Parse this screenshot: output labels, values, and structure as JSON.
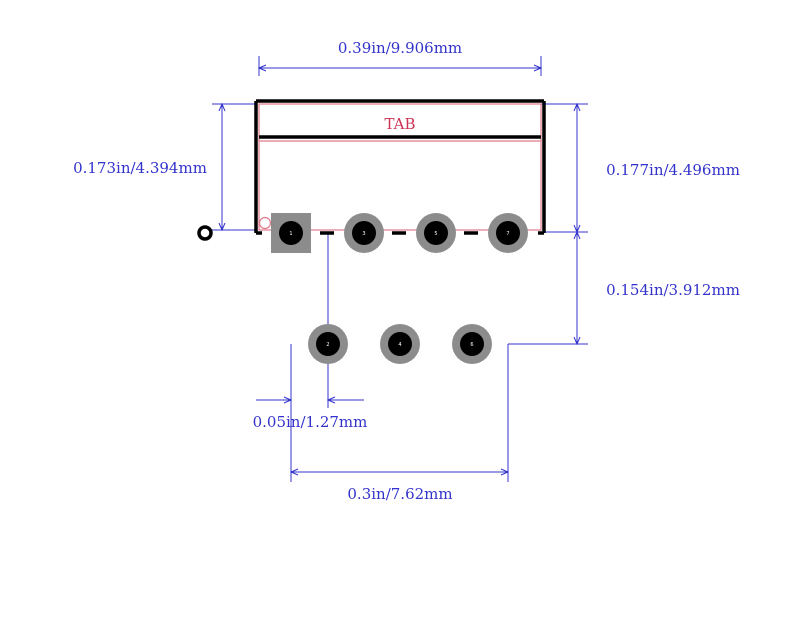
{
  "dimensions": {
    "width": "0.39in/9.906mm",
    "height_left": "0.173in/4.394mm",
    "height_right": "0.177in/4.496mm",
    "row_spacing": "0.154in/3.912mm",
    "pin_offset": "0.05in/1.27mm",
    "row_span": "0.3in/7.62mm"
  },
  "tab_label": "TAB",
  "pins": [
    {
      "number": "1",
      "shape": "square"
    },
    {
      "number": "2",
      "shape": "round"
    },
    {
      "number": "3",
      "shape": "round"
    },
    {
      "number": "4",
      "shape": "round"
    },
    {
      "number": "5",
      "shape": "round"
    },
    {
      "number": "6",
      "shape": "round"
    },
    {
      "number": "7",
      "shape": "round"
    }
  ],
  "colors": {
    "dimension": "#3333cc",
    "outline": "#000000",
    "courtyard": "#e07a8a",
    "tab_text": "#cc3355",
    "pad": "#8c8c8c",
    "drill": "#000000"
  }
}
